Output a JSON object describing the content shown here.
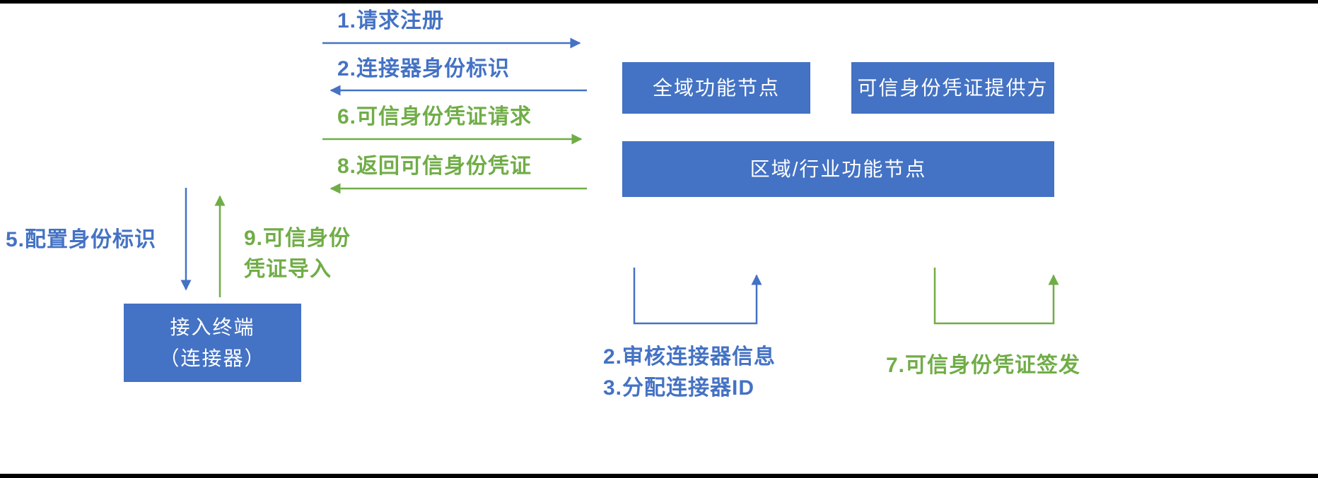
{
  "colors": {
    "blue": "#4472C4",
    "green": "#70AD47",
    "node_fill": "#4472C4",
    "node_text": "#FFFFFF",
    "background": "#FFFFFF"
  },
  "nodes": {
    "global": {
      "label": "全域功能节点"
    },
    "provider": {
      "label": "可信身份凭证提供方"
    },
    "regional": {
      "label": "区域/行业功能节点"
    },
    "terminal": {
      "line1": "接入终端",
      "line2": "（连接器）"
    }
  },
  "messages": {
    "m1": {
      "label": "1.请求注册"
    },
    "m2": {
      "label": "2.连接器身份标识"
    },
    "m6": {
      "label": "6.可信身份凭证请求"
    },
    "m8": {
      "label": "8.返回可信身份凭证"
    },
    "m5": {
      "label": "5.配置身份标识"
    },
    "m9": {
      "line1": "9.可信身份",
      "line2": "凭证导入"
    }
  },
  "notes": {
    "audit": {
      "line1": "2.审核连接器信息",
      "line2": "3.分配连接器ID"
    },
    "issue": {
      "label": "7.可信身份凭证签发"
    }
  }
}
